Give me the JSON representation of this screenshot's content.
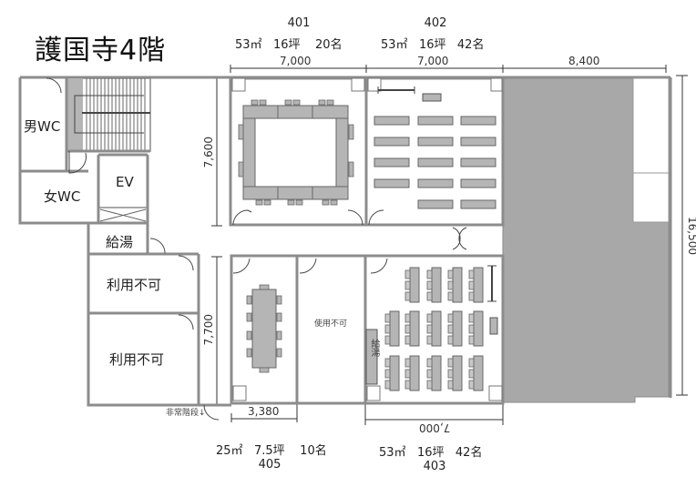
{
  "title": "護国寺4階",
  "rooms": {
    "r401": {
      "number": "401",
      "area": "53㎡",
      "tsubo": "16坪",
      "capacity": "20名",
      "width_dim": "7,000"
    },
    "r402": {
      "number": "402",
      "area": "53㎡",
      "tsubo": "16坪",
      "capacity": "42名",
      "width_dim": "7,000"
    },
    "r403": {
      "number": "403",
      "area": "53㎡",
      "tsubo": "16坪",
      "capacity": "42名",
      "width_dim": "7,000"
    },
    "r405": {
      "number": "405",
      "area": "25㎡",
      "tsubo": "7.5坪",
      "capacity": "10名",
      "width_dim": "3,380"
    }
  },
  "dimensions": {
    "right_width": "8,400",
    "total_height": "16,500",
    "upper_height": "7,600",
    "lower_height": "7,700"
  },
  "labels": {
    "mens_wc": "男WC",
    "womens_wc": "女WC",
    "elevator": "EV",
    "kitchenette": "給湯",
    "unavailable_1": "利用不可",
    "unavailable_2": "利用不可",
    "unusable_small": "使用不可",
    "emergency_stairs": "非常階段↓",
    "kitchenette_403": "給湯"
  },
  "colors": {
    "wall": "#8c8c8c",
    "furniture": "#b5b5b5",
    "shaded_area": "#a8a8a8",
    "line": "#333333"
  }
}
